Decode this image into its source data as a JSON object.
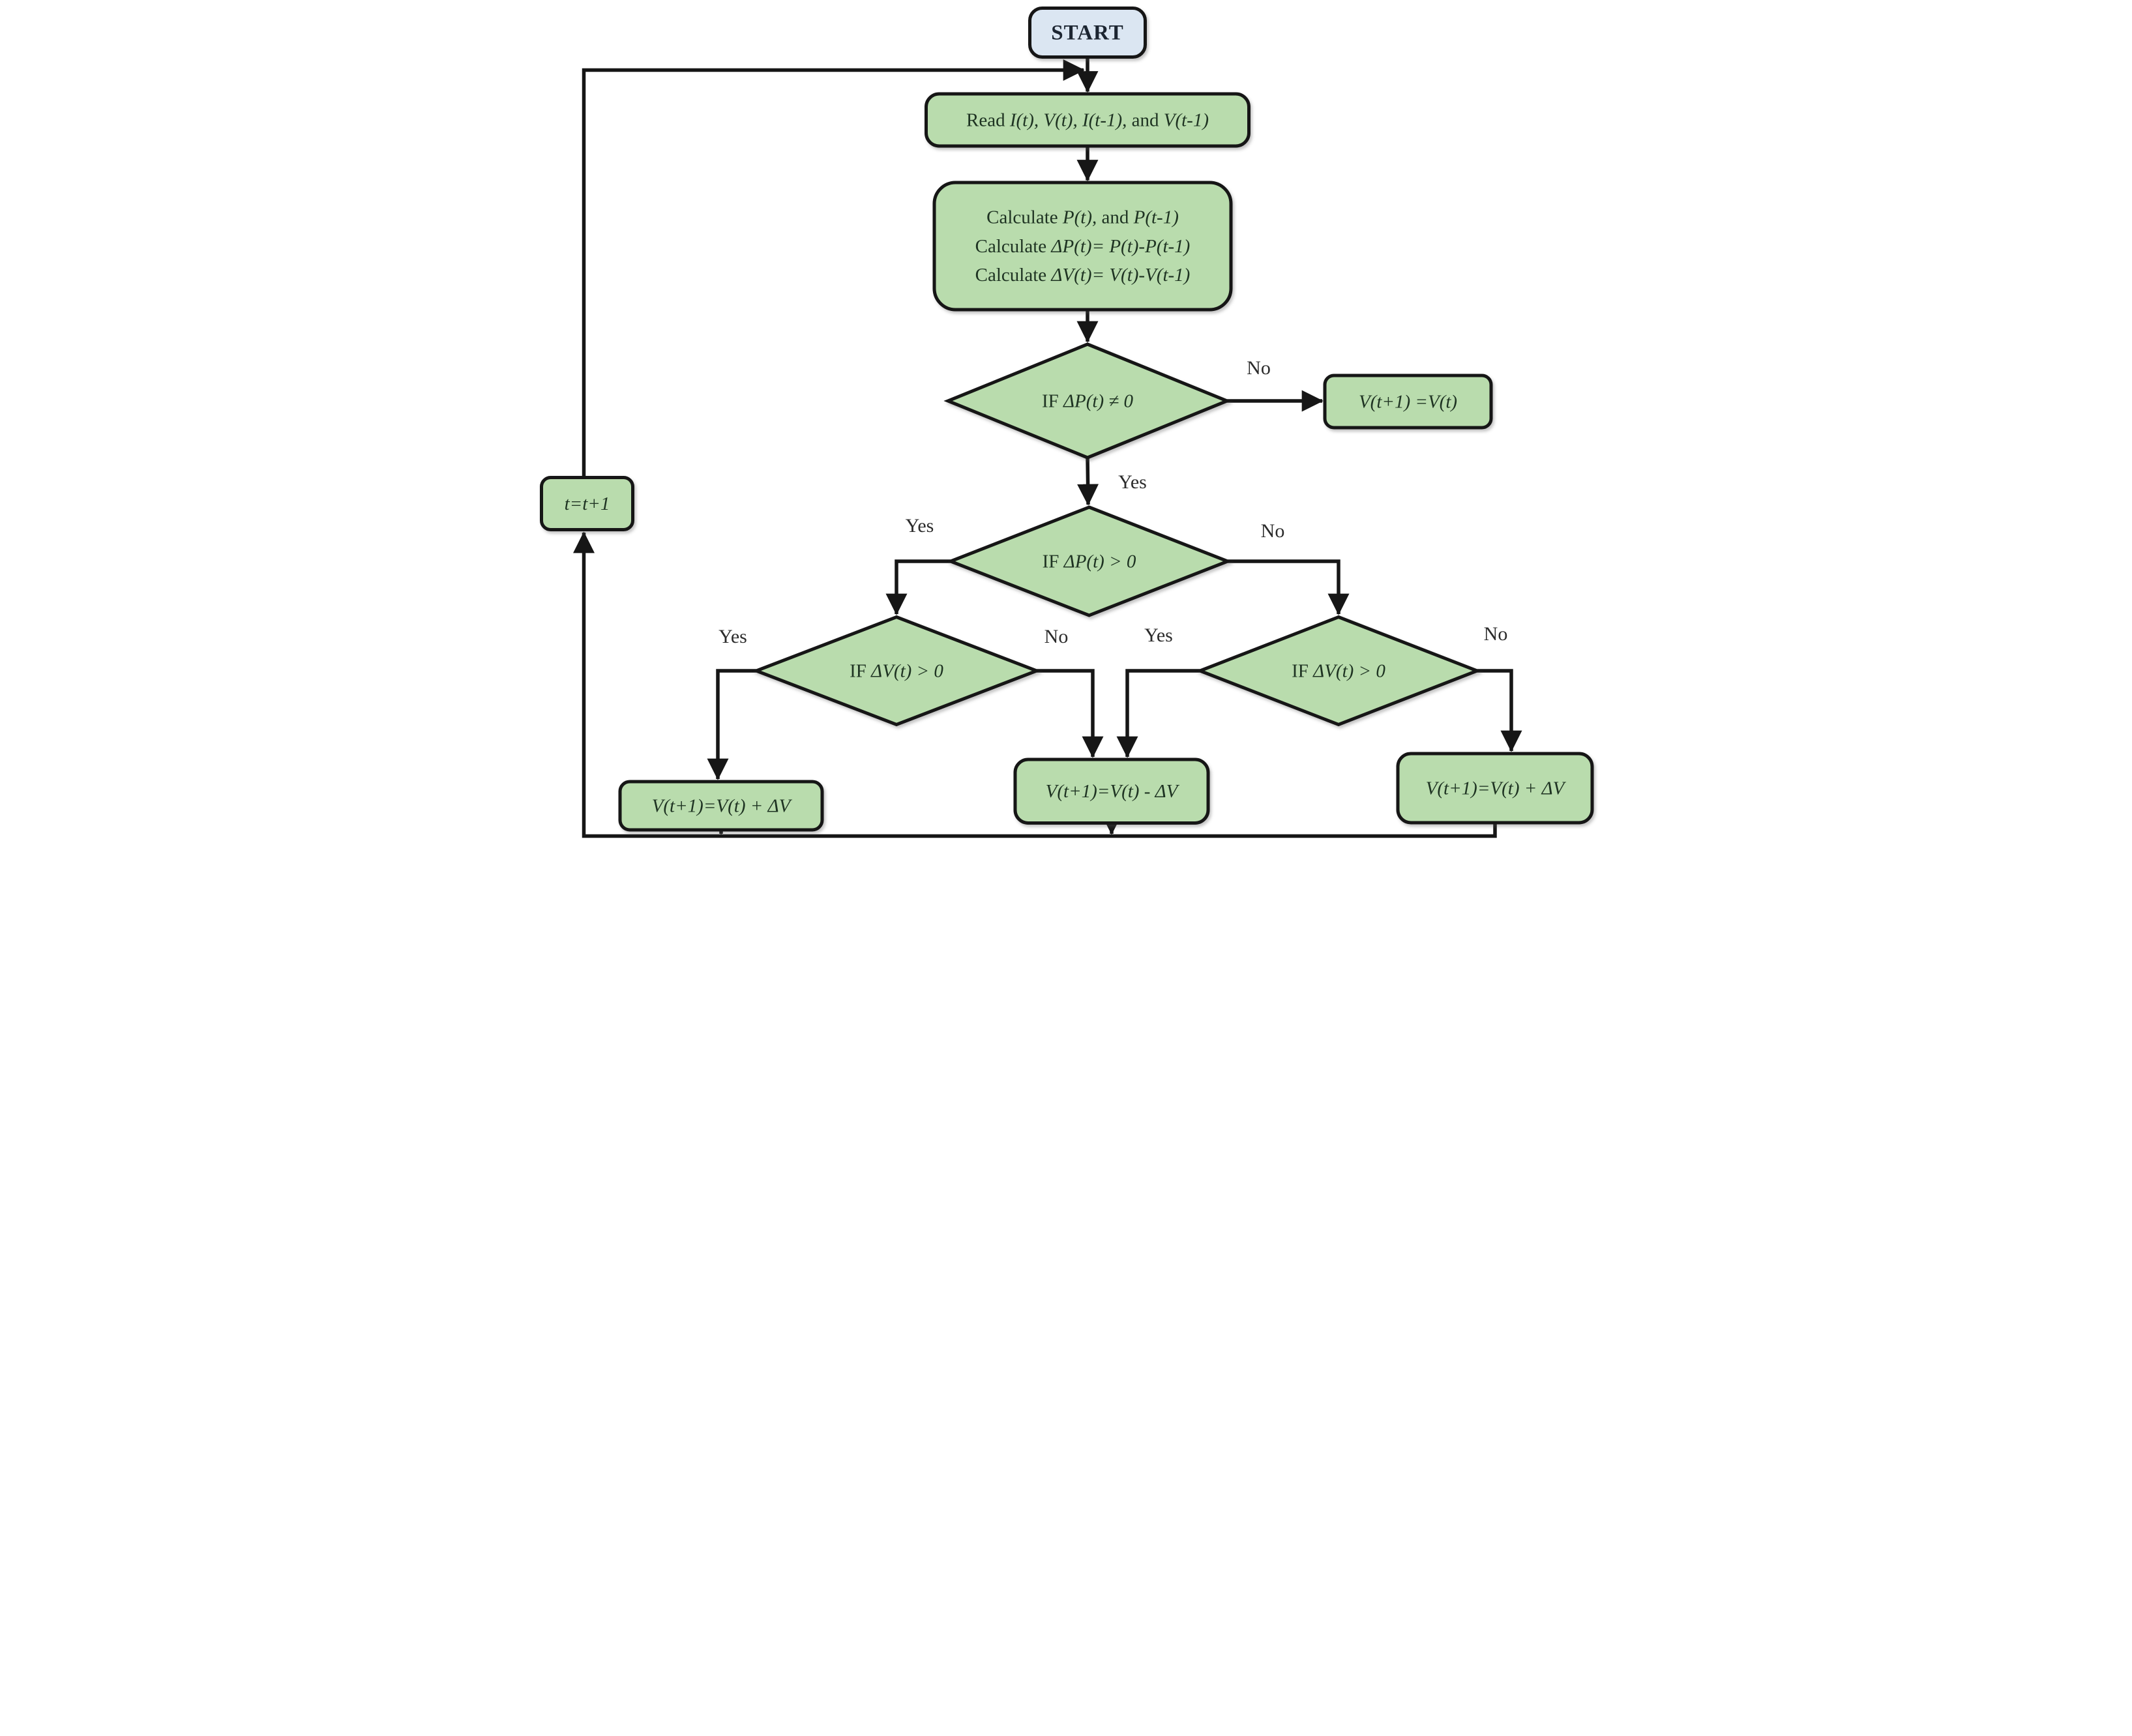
{
  "colors": {
    "green": "#b9dcad",
    "blue": "#dbe6f2",
    "stroke": "#121212"
  },
  "nodes": {
    "start": {
      "label": "START"
    },
    "read": {
      "segments": [
        {
          "text": "Read ",
          "style": "roman"
        },
        {
          "text": "I(t), V(t), I(t-1),",
          "style": "italic"
        },
        {
          "text": " and ",
          "style": "roman"
        },
        {
          "text": "V(t-1)",
          "style": "italic"
        }
      ]
    },
    "calculate": {
      "lines": [
        [
          {
            "text": "Calculate ",
            "style": "roman"
          },
          {
            "text": "P(t),",
            "style": "italic"
          },
          {
            "text": " and ",
            "style": "roman"
          },
          {
            "text": "P(t-1)",
            "style": "italic"
          }
        ],
        [
          {
            "text": "Calculate ",
            "style": "roman"
          },
          {
            "text": "ΔP(t)= P(t)-P(t-1)",
            "style": "italic"
          }
        ],
        [
          {
            "text": "Calculate ",
            "style": "roman"
          },
          {
            "text": "ΔV(t)= V(t)-V(t-1)",
            "style": "italic"
          }
        ]
      ]
    },
    "decision_dp_nonzero": {
      "segments": [
        {
          "text": "IF ",
          "style": "roman"
        },
        {
          "text": "ΔP(t) ≠ 0",
          "style": "italic"
        }
      ]
    },
    "hold_box": {
      "segments": [
        {
          "text": "V(t+1) =V(t)",
          "style": "italic"
        }
      ]
    },
    "decision_dp_positive": {
      "segments": [
        {
          "text": "IF ",
          "style": "roman"
        },
        {
          "text": "ΔP(t) > 0",
          "style": "italic"
        }
      ]
    },
    "decision_dv_left": {
      "segments": [
        {
          "text": "IF ",
          "style": "roman"
        },
        {
          "text": "ΔV(t) > 0",
          "style": "italic"
        }
      ]
    },
    "decision_dv_right": {
      "segments": [
        {
          "text": "IF ",
          "style": "roman"
        },
        {
          "text": "ΔV(t) > 0",
          "style": "italic"
        }
      ]
    },
    "box_left": {
      "segments": [
        {
          "text": "V(t+1)=V(t) + ΔV",
          "style": "italic"
        }
      ]
    },
    "box_middle": {
      "segments": [
        {
          "text": "V(t+1)=V(t) - ΔV",
          "style": "italic"
        }
      ]
    },
    "box_right": {
      "segments": [
        {
          "text": "V(t+1)=V(t) + ΔV",
          "style": "italic"
        }
      ]
    },
    "increment_t": {
      "segments": [
        {
          "text": "t=t+1",
          "style": "italic"
        }
      ]
    }
  },
  "branch_labels": {
    "d1_no": "No",
    "d1_yes": "Yes",
    "d2_yes": "Yes",
    "d2_no": "No",
    "d3l_yes": "Yes",
    "d3l_no": "No",
    "d3r_yes": "Yes",
    "d3r_no": "No"
  }
}
